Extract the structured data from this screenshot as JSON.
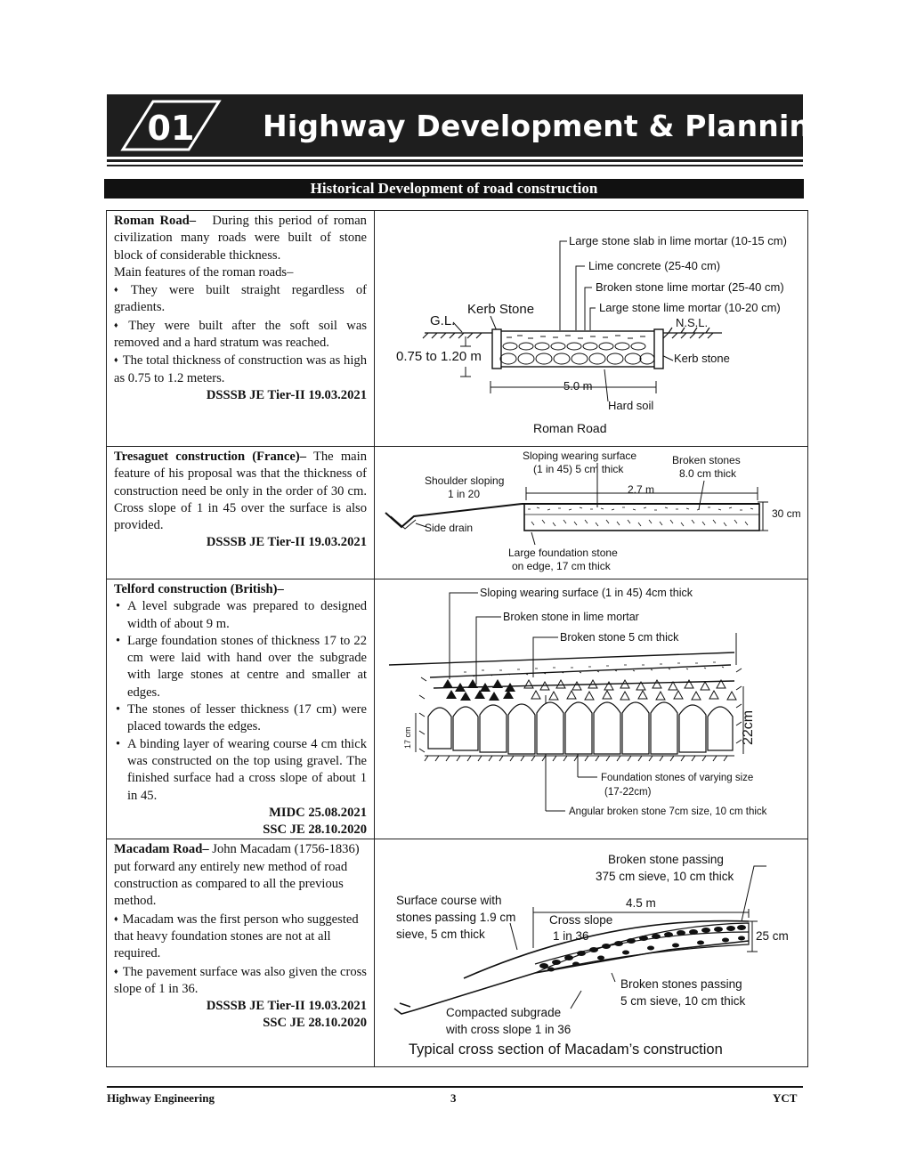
{
  "chapter": {
    "number": "01",
    "title": "Highway Development & Planning"
  },
  "section_title": "Historical Development of road construction",
  "rows": [
    {
      "heading": "Roman Road–",
      "intro": "During this period of roman civilization many roads were built of stone block of considerable thickness.",
      "features_intro": "Main features of the roman roads–",
      "points": [
        "They were built straight regardless of gradients.",
        "They were built after the soft soil was removed and a hard stratum was reached.",
        "The total thickness of construction was as high as 0.75 to 1.2 meters."
      ],
      "refs": [
        "DSSSB JE Tier-II 19.03.2021"
      ],
      "figure": {
        "caption": "Roman Road",
        "labels": {
          "slab": "Large stone slab in lime mortar (10-15 cm)",
          "concrete": "Lime concrete (25-40 cm)",
          "broken": "Broken stone lime mortar (25-40 cm)",
          "large": "Large stone lime mortar (10-20 cm)",
          "kerb_left": "Kerb Stone",
          "gl": "G.L.",
          "nsl": "N.S.L.",
          "kerb_right": "Kerb stone",
          "depth": "0.75 to 1.20 m",
          "width": "5.0 m",
          "hard_soil": "Hard soil"
        }
      }
    },
    {
      "heading": "Tresaguet construction (France)–",
      "body": "The main feature of his proposal was that the thickness of construction need be only in the order of 30 cm. Cross slope of 1 in 45 over the surface is also provided.",
      "refs": [
        "DSSSB JE Tier-II 19.03.2021"
      ],
      "figure": {
        "labels": {
          "wearing1": "Sloping wearing surface",
          "wearing2": "(1 in 45) 5 cm thick",
          "broken1": "Broken stones",
          "broken2": "8.0 cm thick",
          "shoulder1": "Shoulder sloping",
          "shoulder2": "1 in 20",
          "width": "2.7 m",
          "depth": "30 cm",
          "drain": "Side drain",
          "foundation1": "Large foundation stone",
          "foundation2": "on edge, 17 cm thick"
        }
      }
    },
    {
      "heading": "Telford construction (British)–",
      "points": [
        "A level subgrade was prepared to designed width of about 9 m.",
        "Large foundation stones of thickness 17 to 22  cm were laid with hand over the subgrade with large stones at centre and smaller at edges.",
        "The stones of lesser thickness (17 cm) were placed towards the edges.",
        "A binding layer of wearing course 4 cm thick was constructed on the top using gravel. The finished surface had a cross slope of about 1 in 45."
      ],
      "refs": [
        "MIDC 25.08.2021",
        "SSC JE 28.10.2020"
      ],
      "figure": {
        "labels": {
          "wearing": "Sloping wearing surface (1 in 45) 4cm thick",
          "lime": "Broken stone in lime mortar",
          "broken5": "Broken stone 5 cm thick",
          "left_depth": "17 cm",
          "right_depth": "22cm",
          "foundation1": "Foundation stones of varying size",
          "foundation2": "(17-22cm)",
          "angular": "Angular broken stone 7cm size, 10 cm thick"
        }
      }
    },
    {
      "heading": "Macadam Road–",
      "intro": "John Macadam (1756-1836) put forward any entirely new method of road construction as compared to all the previous method.",
      "points": [
        "Macadam was the first person who suggested that heavy foundation stones are not at all required.",
        "The pavement surface was also given the cross slope of 1 in 36."
      ],
      "refs": [
        "DSSSB JE Tier-II 19.03.2021",
        "SSC JE 28.10.2020"
      ],
      "figure": {
        "caption": "Typical cross section of Macadam’s construction",
        "labels": {
          "top1": "Broken stone passing",
          "top2": "375 cm sieve, 10 cm thick",
          "surface1": "Surface course with",
          "surface2": "stones passing 1.9 cm",
          "surface3": "sieve, 5 cm thick",
          "width": "4.5 m",
          "slope1": "Cross slope",
          "slope2": "1 in 36",
          "depth": "25 cm",
          "bottom1": "Broken stones passing",
          "bottom2": "5 cm sieve, 10 cm thick",
          "subgrade1": "Compacted subgrade",
          "subgrade2": "with cross slope 1 in 36"
        }
      }
    }
  ],
  "footer": {
    "left": "Highway Engineering",
    "page": "3",
    "right": "YCT"
  }
}
